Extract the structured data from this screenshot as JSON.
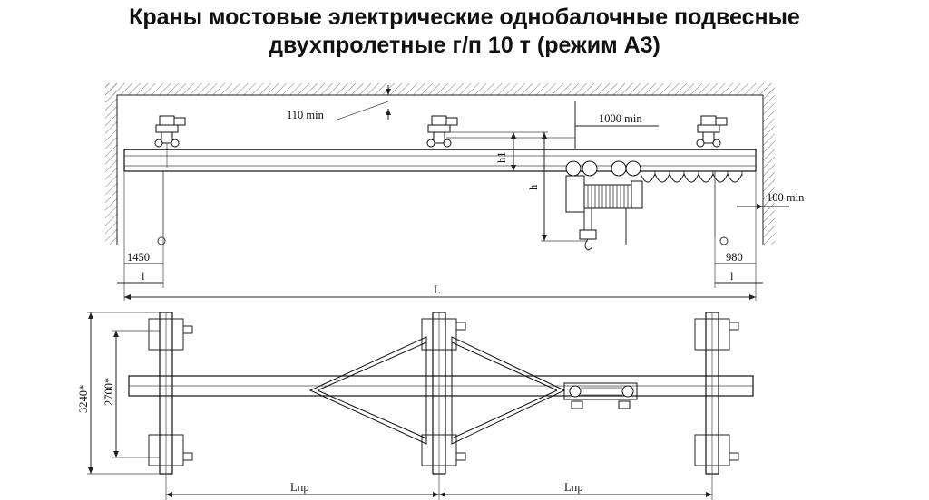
{
  "title": {
    "line1": "Краны мостовые электрические однобалочные подвесные",
    "line2": "двухпролетные г/п 10 т (режим А3)"
  },
  "dimensions": {
    "clearance_top": "110 min",
    "clearance_rail": "1000 min",
    "clearance_side": "100 min",
    "h1": "h1",
    "h": "h",
    "left_overhang": "1450",
    "right_overhang": "980",
    "l_left": "l",
    "l_right": "l",
    "span_total": "L",
    "width_outer": "3240*",
    "width_inner": "2700*",
    "span_left": "Lпр",
    "span_right": "Lпр"
  }
}
